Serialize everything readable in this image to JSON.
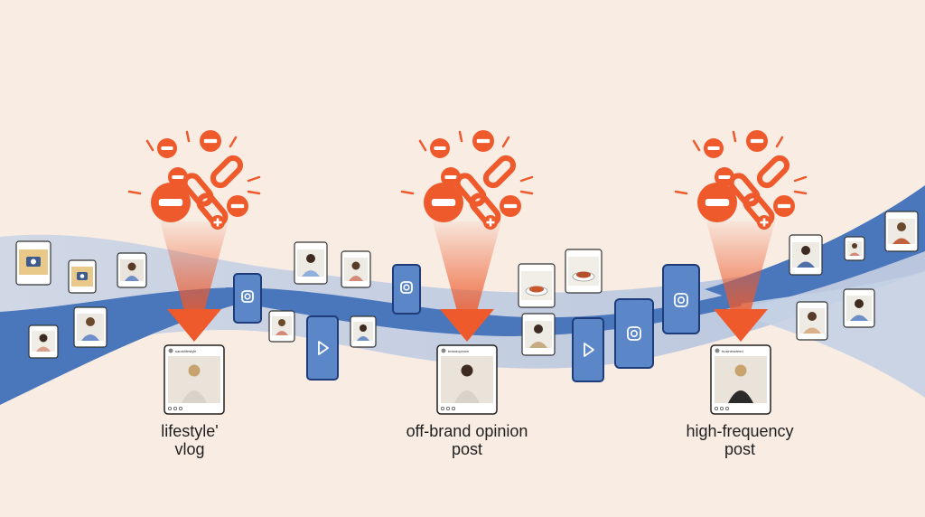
{
  "colors": {
    "background": "#f8ece3",
    "stream_blue": "#4a76bb",
    "stream_light": "#b9c8df",
    "accent_orange": "#ee5a2c",
    "phone_fill": "#5b86c8",
    "phone_stroke": "#1f3c7a"
  },
  "events": [
    {
      "id": "lifestyle",
      "caption_lines": [
        "lifestyle'",
        "vlog"
      ],
      "card_username": "sarahlifestyle",
      "icons": [
        "minus-circle-icon",
        "broken-link-icon",
        "plus-badge-icon",
        "down-arrow-icon"
      ]
    },
    {
      "id": "opinion",
      "caption_lines": [
        "off-brand opinion",
        "post"
      ],
      "card_username": "brandopinion",
      "icons": [
        "minus-circle-icon",
        "broken-link-icon",
        "plus-badge-icon",
        "down-arrow-icon"
      ]
    },
    {
      "id": "frequency",
      "caption_lines": [
        "high-frequency",
        "post"
      ],
      "card_username": "businessfeed",
      "icons": [
        "minus-circle-icon",
        "broken-link-icon",
        "plus-badge-icon",
        "down-arrow-icon"
      ]
    }
  ],
  "phone_icons": [
    "instagram-icon",
    "play-icon"
  ],
  "thumbnail_icons": [
    "camera-icon",
    "person-icon",
    "food-plate-icon"
  ]
}
